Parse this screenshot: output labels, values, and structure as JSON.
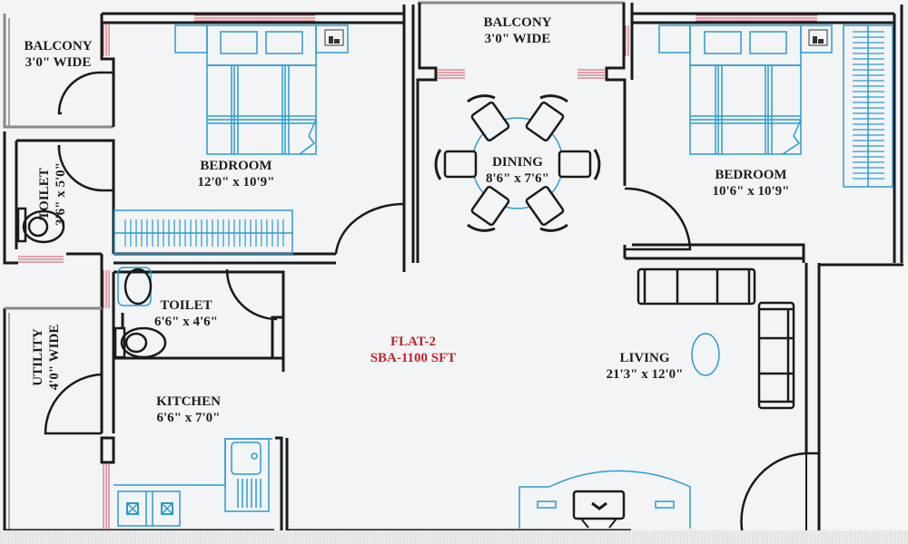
{
  "plan": {
    "title": "FLAT-2",
    "area": "SBA-1100 SFT",
    "colors": {
      "wall": "#1a1a1a",
      "furniture_blue": "#2a9bd0",
      "window_red": "#d05060",
      "label_red": "#c0242c",
      "background": "#f2f3f4"
    }
  },
  "rooms": {
    "balcony_left": {
      "name": "BALCONY",
      "dim": "3'0\" WIDE"
    },
    "toilet_small": {
      "name": "TOILET",
      "dim": "3'6\" x 5'0\""
    },
    "bedroom_left": {
      "name": "BEDROOM",
      "dim": "12'0\" x 10'9\""
    },
    "balcony_top": {
      "name": "BALCONY",
      "dim": "3'0\" WIDE"
    },
    "dining": {
      "name": "DINING",
      "dim": "8'6\" x 7'6\""
    },
    "bedroom_right": {
      "name": "BEDROOM",
      "dim": "10'6\" x 10'9\""
    },
    "toilet_mid": {
      "name": "TOILET",
      "dim": "6'6\" x 4'6\""
    },
    "utility": {
      "name": "UTILITY",
      "dim": "4'0\" WIDE"
    },
    "kitchen": {
      "name": "KITCHEN",
      "dim": "6'6\" x 7'0\""
    },
    "living": {
      "name": "LIVING",
      "dim": "21'3\" x 12'0\""
    }
  },
  "furniture": [
    "double-bed-left",
    "side-table-left",
    "wardrobe-left",
    "dining-table",
    "dining-chairs-6",
    "double-bed-right",
    "side-table-right",
    "wardrobe-right",
    "wash-basin",
    "wc-mid",
    "wc-small",
    "kitchen-sink",
    "stove-2-burner",
    "sofa-3-seater",
    "sofa-3-seater-side",
    "coffee-table",
    "tv-unit"
  ]
}
